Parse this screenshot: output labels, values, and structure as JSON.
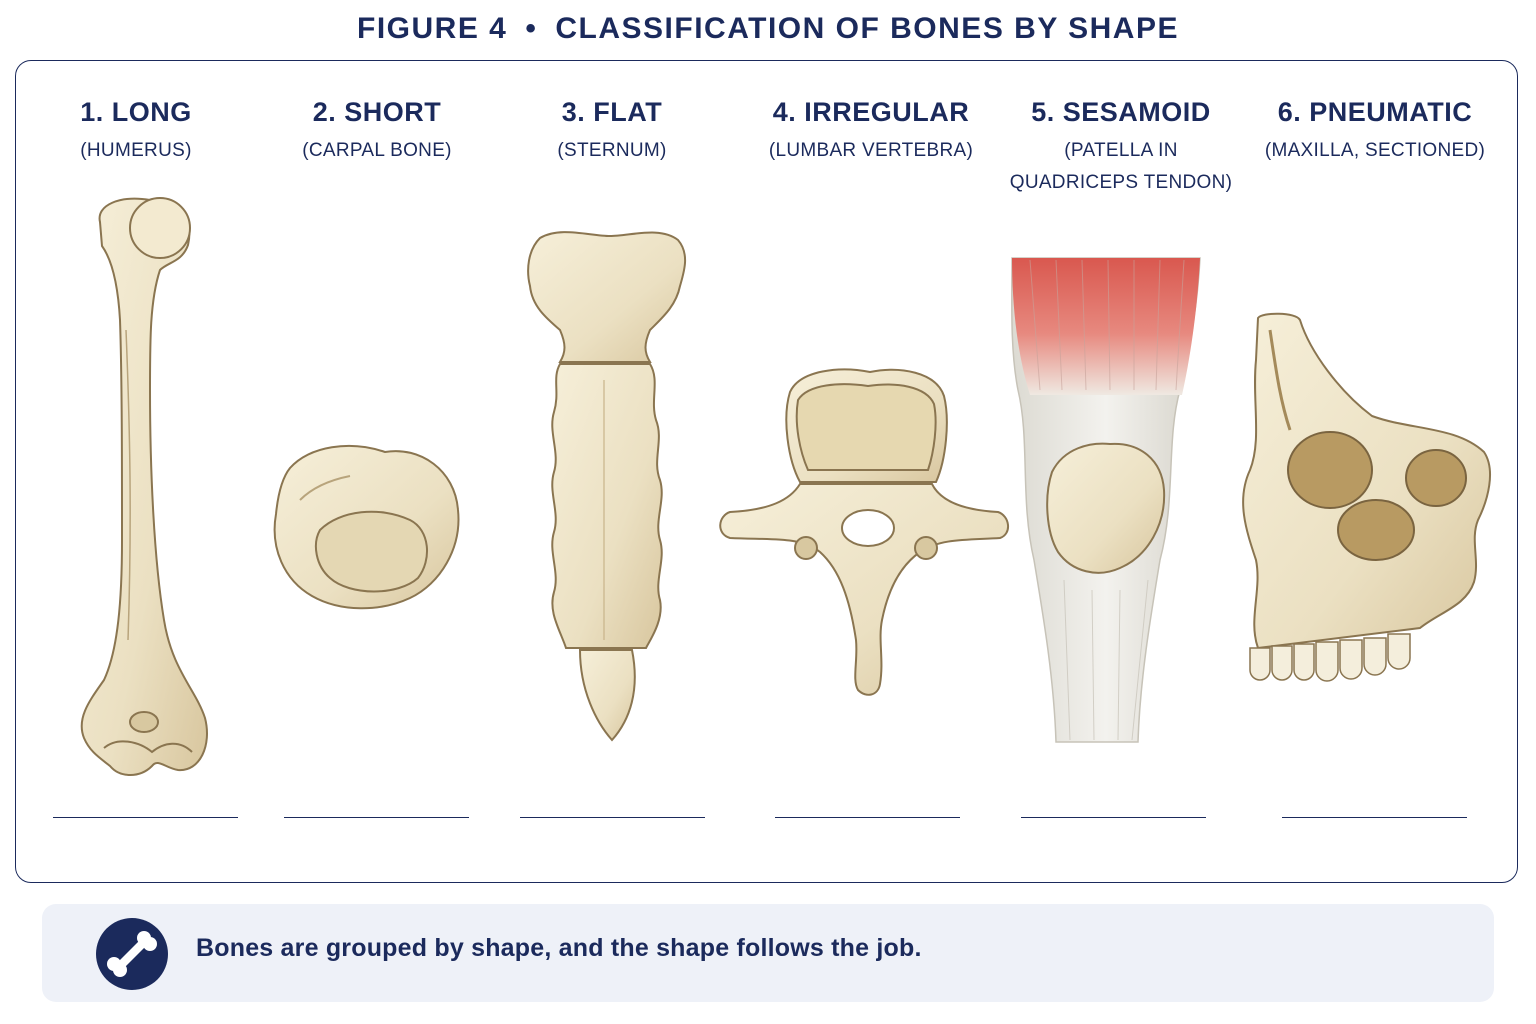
{
  "figure": {
    "label": "FIGURE 4",
    "separator": "•",
    "title": "CLASSIFICATION OF BONES BY SHAPE"
  },
  "columns": [
    {
      "name": "1. LONG",
      "example": "(HUMERUS)"
    },
    {
      "name": "2. SHORT",
      "example": "(CARPAL BONE)"
    },
    {
      "name": "3. FLAT",
      "example": "(STERNUM)"
    },
    {
      "name": "4. IRREGULAR",
      "example": "(LUMBAR VERTEBRA)"
    },
    {
      "name": "5. SESAMOID",
      "example": "(PATELLA IN QUADRICEPS TENDON)"
    },
    {
      "name": "6. PNEUMATIC",
      "example": "(MAXILLA, SECTIONED)"
    }
  ],
  "callout": {
    "icon": "bone-icon",
    "text": "Bones are grouped by shape, and the shape follows the job."
  },
  "colors": {
    "navy": "#1b2a5c",
    "bone": "#ece2c6",
    "bone_shadow": "#c9b78f",
    "muscle": "#d9584f",
    "tendon": "#e9e8e2"
  }
}
